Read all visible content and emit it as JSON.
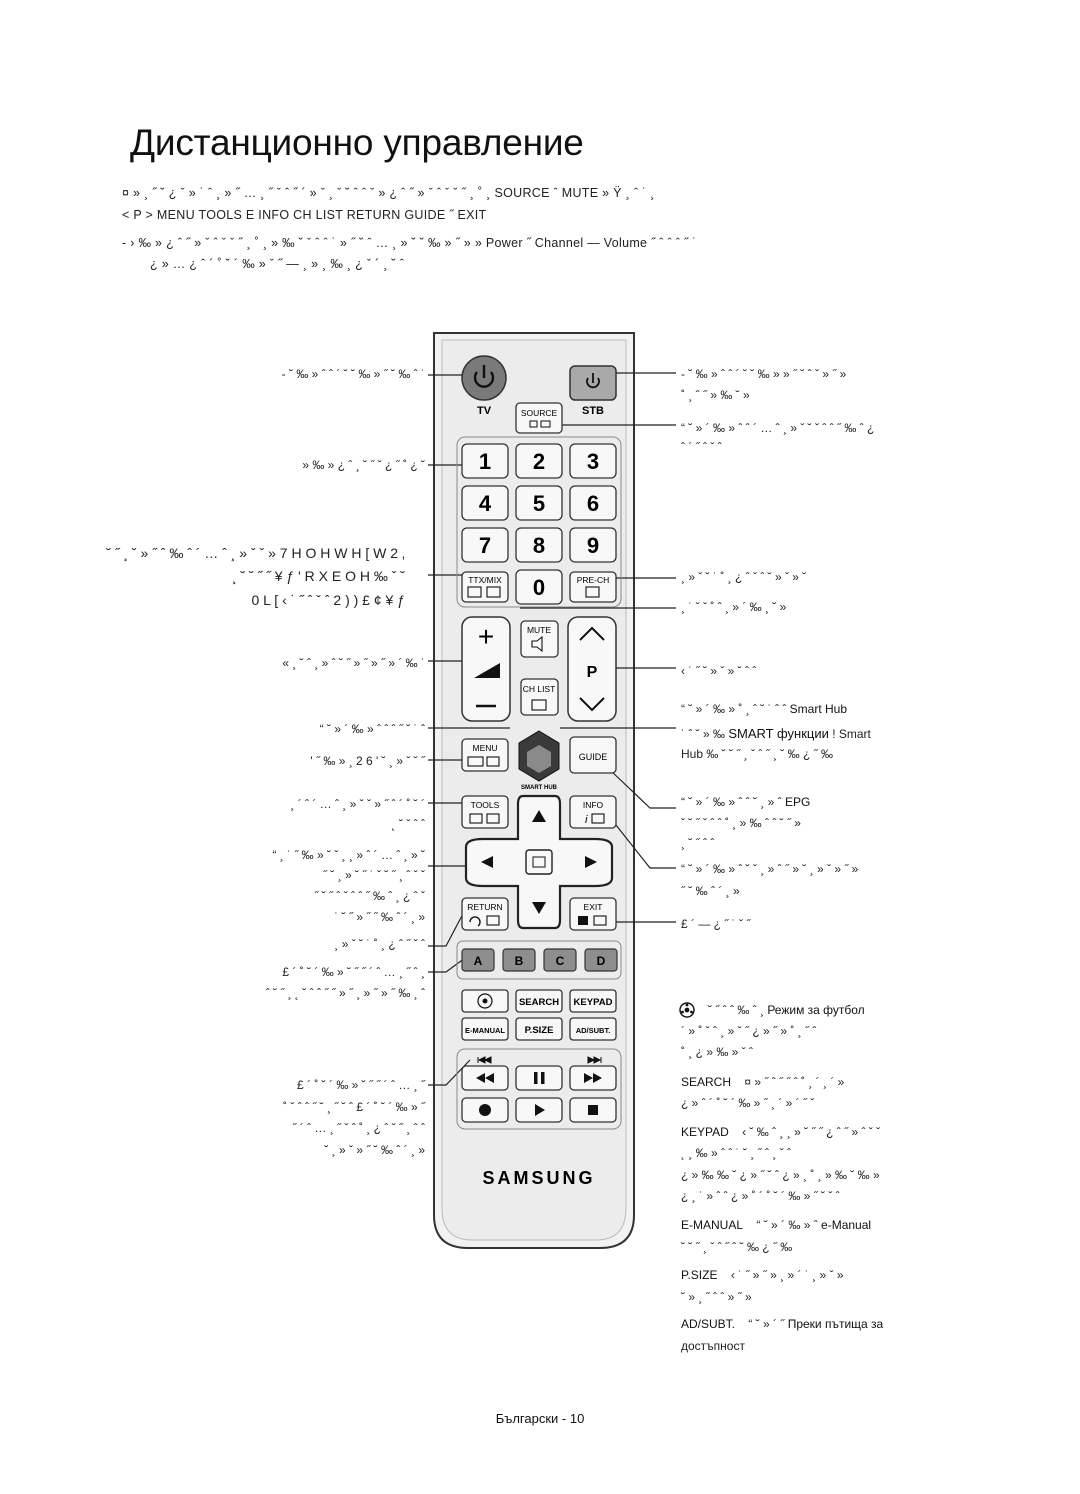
{
  "page": {
    "title": "Дистанционно управление",
    "footer": "Български - 10"
  },
  "intro": {
    "line1": "¤ » ¸   ˝ ˘ ¿   ˇ » ˙ ˆ ¸ » ˝ … ¸ ˝ ˇ ˆ ˝ ´ » ˇ ¸ ˇ ˘ ˆ ˆ ˇ » ¿ ˆ ˝ » ˇ ˆ ˇ ˇ ˝ ¸ ˚ ¸",
    "line1_keys": "SOURCE ˆ MUTE » Ÿ ¸ ˆ ˙ ¸",
    "line2": "<   P >   MENU   TOOLS   E   INFO   CH LIST   RETURN   GUIDE   ˝ EXIT",
    "line3": "- › ‰ » ¿ ˆ ˝ » ˇ ˆ ˇ ˇ ˝ ¸ ˚ ¸ » ‰ ˘ ˇ ˆ ˆ ˙ » ˝ ˘ ˆ … ¸ » ˘ ˘ ‰ » ˝ »   »",
    "line3_keys": "Power ˝ Channel — Volume ˝ ˆ ˆ ˆ ˝ ˙",
    "line4": "¿ » … ¿   ˆ ´ ˚ ˘ ´ ‰ » ˇ   ˝ — ¸ »   ¸ ‰ ¸ ¿ ˇ ´ ¸ ˘ ˆ"
  },
  "left_labels": {
    "power": "- ˘   ‰ » ˆ ˆ ´ ˘ ˘   ‰ » ˝ ˘ ‰ ˆ ˙",
    "numbers": "» ‰ » ¿ ˆ ¸ ˘ ˝ ˇ ¿ ˝ ˚ ¿ ˘",
    "teletext_1": "˘ ˝ ¸ ˘ » ˝ ˆ ‰ ˆ ´ … ˆ ¸ » ˇ ˇ »",
    "teletext_1_en": "7 H O H W H [ W  2 ‚",
    "teletext_2": "¸ ˘ ˘ ˝ ˝ ¥ ƒ",
    "teletext_2_en": "' R X E O H   ‰ ˇ ˘",
    "teletext_3": "0 L [  ‹ ˙ ˝ ˆ ˇ ˆ",
    "teletext_3_en": "2 ) )  £ ¢ ¥ ƒ",
    "volume": "« ¸ ˘ ˆ ¸ » ˆ ˘ ˝ » ˝ » ˝ » ´ ‰ ˙",
    "menu": "“ ˘ » ´ ‰ » ˆ ˆ ˆ ˝ ˘ ˙ ˆ",
    "osd": "' ˝ ‰ » ¸  2 6 '  ˘ ¸ » ˇ ˘ ˝",
    "tools": "¸ ´ ˆ ´ … ˆ ¸ » ˇ ˇ » ˝ ˆ ´ ˚ ˘ ´",
    "tools_2": "˛ ˘ ˇ ˆ ˆ",
    "nav_1": "“ ¸ ˙ ˝ ‰ » ˘ ˇ ¸ ¸ » ˆ ´ … ˆ ¸ » ˘",
    "nav_2": "˝ ˘ ¸ » ˘ ˝ ˙ ˇ ˘ ˝ ¸ ˆ ˇ ˇ",
    "nav_3": "˝ ˘ ˝ ˆ ˇ ˆ ˆ ˝ ‰ ˆ ¸ ¿ ˆ ˇ",
    "nav_4": "˙ ˘ ˝ » ˝ ˝ ‰ ˆ ´ ¸ »",
    "return": "¸ » ˇ ˘ ˙ ˚ ¸ ¿ ˆ ˝ ˇ ˆ",
    "colored_1": "£ ´ ˚ ˘ ´ ‰ » ˘ ˝ ˝ ´ ˆ … ¸ ˝ ˆ ¸",
    "colored_2": "ˆ ˘ ˝ ¸ ˛ ˘ ˆ ˆ ˝ ˝ » ˝ ¸ » ˝ » ˝ ‰ ¸ ˆ",
    "media_1": "£ ´ ˚ ˘ ´ ‰ » ˘ ˝ ˝ ´ ˆ … ¸ ˝",
    "media_2": "˚ ˇ ˆ ˆ ˝ ˘ ¸ ˝ ˘ ˆ £ ´ ˚ ˘ ´ ‰ » ˝",
    "media_3": "˝ ´ ˆ … ¸ ˝ ˇ ˆ ˚ ¸ ¿ ˆ ˇ ˝ ¸ ˆ ˆ",
    "media_4": "˘ ¸ » ˇ » ˝ ˘ ‰ ˆ ´ ¸ »"
  },
  "right_labels": {
    "stb_1": "- ˘   ‰ » ˆ ˆ ´ ˘ ˘   ‰ »   » ˝ ˘ ˆ ˇ » ˝ »",
    "stb_2": "˚ ¸ ˆ ˝ » ‰ ˘ »",
    "source_1": "“ ˘ » ´ ‰ » ˆ ˆ ´ … ˆ ¸ » ˇ ˘ ˇ ˆ ˆ ˝ ‰ ˆ ¿",
    "source_2": "ˆ ´ ˝ ˆ ˇ ˆ",
    "prech_1": "¸ » ˇ ˘ ˙ ˚ ¸ ¿ ˆ ˇ ˆ ˘ » ˇ » ˘",
    "prech_2": "¸ ˙ ˇ ˇ ˚ ˆ ¸ » ´ ‰ ¸ ˘ »",
    "channel": "‹ ˙ ˝ ˘ » ˇ » ˘ ˆ ˆ",
    "smarthub_1": "“ ˘ » ´ ‰ » ˚ ¸ ˆ ˘ ˙ ˆ ˆ",
    "smarthub_1_key": "Smart Hub",
    "smarthub_2": "˙ ˆ ˘ » ‰",
    "smarthub_2_key": "SMART функции",
    "smarthub_2_tail": "! Smart",
    "smarthub_3": "Hub  ‰   ˘ ˘ ˝ ¸ ˇ ˆ ˝   ¸ ˘ ‰ ¿ ˝ ‰",
    "epg_1": "“ ˘ » ´ ‰ » ˆ ˆ ˘ ¸ » ˆ",
    "epg_1_key": "EPG",
    "epg_2": "ˇ ˘ ˝ ˇ ˆ ˆ ˚ ¸ » ‰ ˆ ˆ ˘ ˝ »",
    "epg_3": "¸ ˘ ˝ ˆ ˆ",
    "info_1": "“ ˘ » ´ ‰ » ˆ ˘ ˇ ¸ » ˆ ˝ » ˘ ¸ » ˇ » ˝ »",
    "info_2": "˝ ˘ ‰ ˆ ´ ¸ »",
    "exit": "£ ´ — ¿ ˝ ˙ ˇ ˝",
    "football_key": "Режим за футбол",
    "football_1": "˘ ˝ ˆ ˆ ‰ ˆ ¸",
    "football_2": "´ » ˚ ˇ ˆ ¸ » ˇ ˝ ¿ » ˝ » ˚ ¸ ˝ ˆ",
    "football_3": "˚ ¸ ¿ » ‰ » ˇ ˆ",
    "search_key": "SEARCH",
    "search_1": "¤ » ˝ ˆ ˝ ˝ ˆ ˚ ¸ ´ ¸ ´ »",
    "search_2": "¿ » ˆ ´ ˚ ˘ ´ ‰ » ˝ ¸ ´ » ´ ˝ ˇ",
    "keypad_key": "KEYPAD",
    "keypad_1": "‹ ˘ ‰ ˆ ¸ ¸ » ˘ ˝ ˝ ¿ ˆ ˝ » ˆ ˇ ˇ",
    "keypad_2": "˛ ¸ ‰ » ˆ ˆ ˙ ˘ ¸ ˝ ˆ ¸ ˇ ˆ",
    "keypad_3": "¿ » ‰ ‰ ˘ ¿ » ˝ ˘ ˆ ¿ » ¸ ˚ ¸ » ‰ ˘ ‰ »",
    "keypad_4": "¿ ¸ ˙ » ˆ ˆ ¿ » ˚ ´ ˚ ˘ ´ ‰ » ˝ ˘ ˇ ˆ",
    "emanual_key": "E-MANUAL",
    "emanual_1": "“ ˘ » ´ ‰ » ˆ",
    "emanual_1_key": "e-Manual",
    "emanual_2": "˘ ˘ ˝ ¸ ˇ ˆ ˝ ˆ ˘ ‰ ¿ ˝ ‰",
    "psize_key": "P.SIZE",
    "psize_1": "‹ ˙ ˝ » ˝ » ¸ » ´ ˙ ¸ » ˇ »",
    "psize_2": "˘ » ¸ ˝ ˆ ˆ » ˝ »",
    "adsubt_key": "AD/SUBT.",
    "adsubt_1": "“ ˘ » ´ ˝",
    "adsubt_1_key": "Преки пътища за",
    "adsubt_2": "достъпност"
  },
  "remote": {
    "tv_label": "TV",
    "stb_label": "STB",
    "source_label": "SOURCE",
    "digits": [
      "1",
      "2",
      "3",
      "4",
      "5",
      "6",
      "7",
      "8",
      "9"
    ],
    "zero": "0",
    "ttx_label": "TTX/MIX",
    "prech_label": "PRE-CH",
    "mute_label": "MUTE",
    "chlist_label": "CH LIST",
    "channel_label": "P",
    "menu_label": "MENU",
    "smarthub_label": "SMART HUB",
    "guide_label": "GUIDE",
    "tools_label": "TOOLS",
    "info_label": "INFO",
    "return_label": "RETURN",
    "exit_label": "EXIT",
    "color_keys": [
      "A",
      "B",
      "C",
      "D"
    ],
    "color_values": [
      "#c0392b",
      "#2e7d32",
      "#c8a300",
      "#1f4ea3"
    ],
    "search_label": "SEARCH",
    "keypad_label": "KEYPAD",
    "emanual_label": "E-MANUAL",
    "psize_label": "P.SIZE",
    "adsubt_label": "AD/SUBT.",
    "brand": "SAMSUNG"
  },
  "colors": {
    "body": "#eeeeee",
    "button": "#f4f4f4",
    "tv_power": "#7a7a7a",
    "stb_power": "#a9a9a9"
  }
}
